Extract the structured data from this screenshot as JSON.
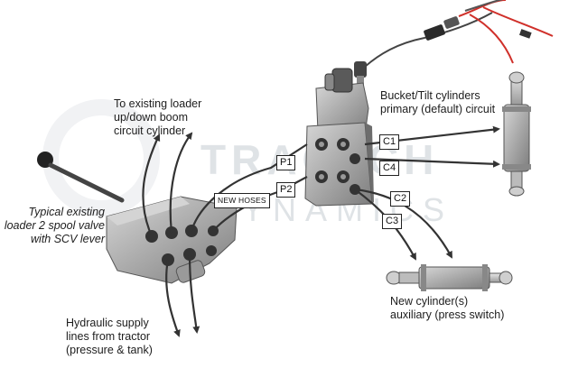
{
  "watermark": {
    "line1": "TRACTCH",
    "line2": "DYNAMICS"
  },
  "labels": {
    "existing_boom": [
      "To existing loader",
      "up/down boom",
      "circuit cylinder"
    ],
    "bucket_tilt": [
      "Bucket/Tilt cylinders",
      "primary (default) circuit"
    ],
    "spool_valve": [
      "Typical existing",
      "loader 2 spool valve",
      "with SCV lever"
    ],
    "new_cylinders": [
      "New cylinder(s)",
      "auxiliary (press switch)"
    ],
    "supply_lines": [
      "Hydraulic supply",
      "lines from tractor",
      "(pressure & tank)"
    ]
  },
  "ports": {
    "p1": "P1",
    "p2": "P2",
    "c1": "C1",
    "c2": "C2",
    "c3": "C3",
    "c4": "C4"
  },
  "new_hoses": "NEW HOSES",
  "colors": {
    "line": "#333333",
    "valve_body": "#b9b9b9",
    "valve_dark": "#5a5a5a",
    "wire_red": "#d0302a",
    "watermark": "#dfe3e6"
  }
}
